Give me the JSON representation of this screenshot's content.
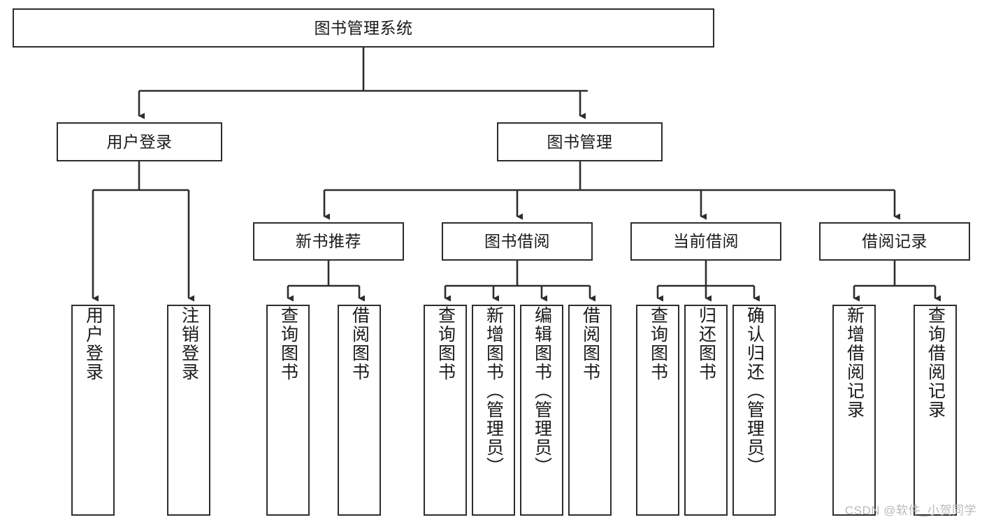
{
  "diagram": {
    "type": "tree",
    "title": "图书管理系统",
    "stroke_color": "#2d2d2d",
    "text_color": "#1a1a1a",
    "background": "#ffffff",
    "watermark": "CSDN @软件_小贺同学",
    "nodes": {
      "root": {
        "label": "图书管理系统"
      },
      "level2": [
        {
          "label": "用户登录"
        },
        {
          "label": "图书管理"
        }
      ],
      "level3": [
        {
          "label": "新书推荐"
        },
        {
          "label": "图书借阅"
        },
        {
          "label": "当前借阅"
        },
        {
          "label": "借阅记录"
        }
      ],
      "leaves_user_login": [
        {
          "label": "用户登录"
        },
        {
          "label": "注销登录"
        }
      ],
      "leaves_new_book": [
        {
          "label": "查询图书"
        },
        {
          "label": "借阅图书"
        }
      ],
      "leaves_borrow": [
        {
          "label": "查询图书"
        },
        {
          "label": "新增图书（管理员）"
        },
        {
          "label": "编辑图书（管理员）"
        },
        {
          "label": "借阅图书"
        }
      ],
      "leaves_current": [
        {
          "label": "查询图书"
        },
        {
          "label": "归还图书"
        },
        {
          "label": "确认归还（管理员）"
        }
      ],
      "leaves_records": [
        {
          "label": "新增借阅记录"
        },
        {
          "label": "查询借阅记录"
        }
      ]
    }
  }
}
